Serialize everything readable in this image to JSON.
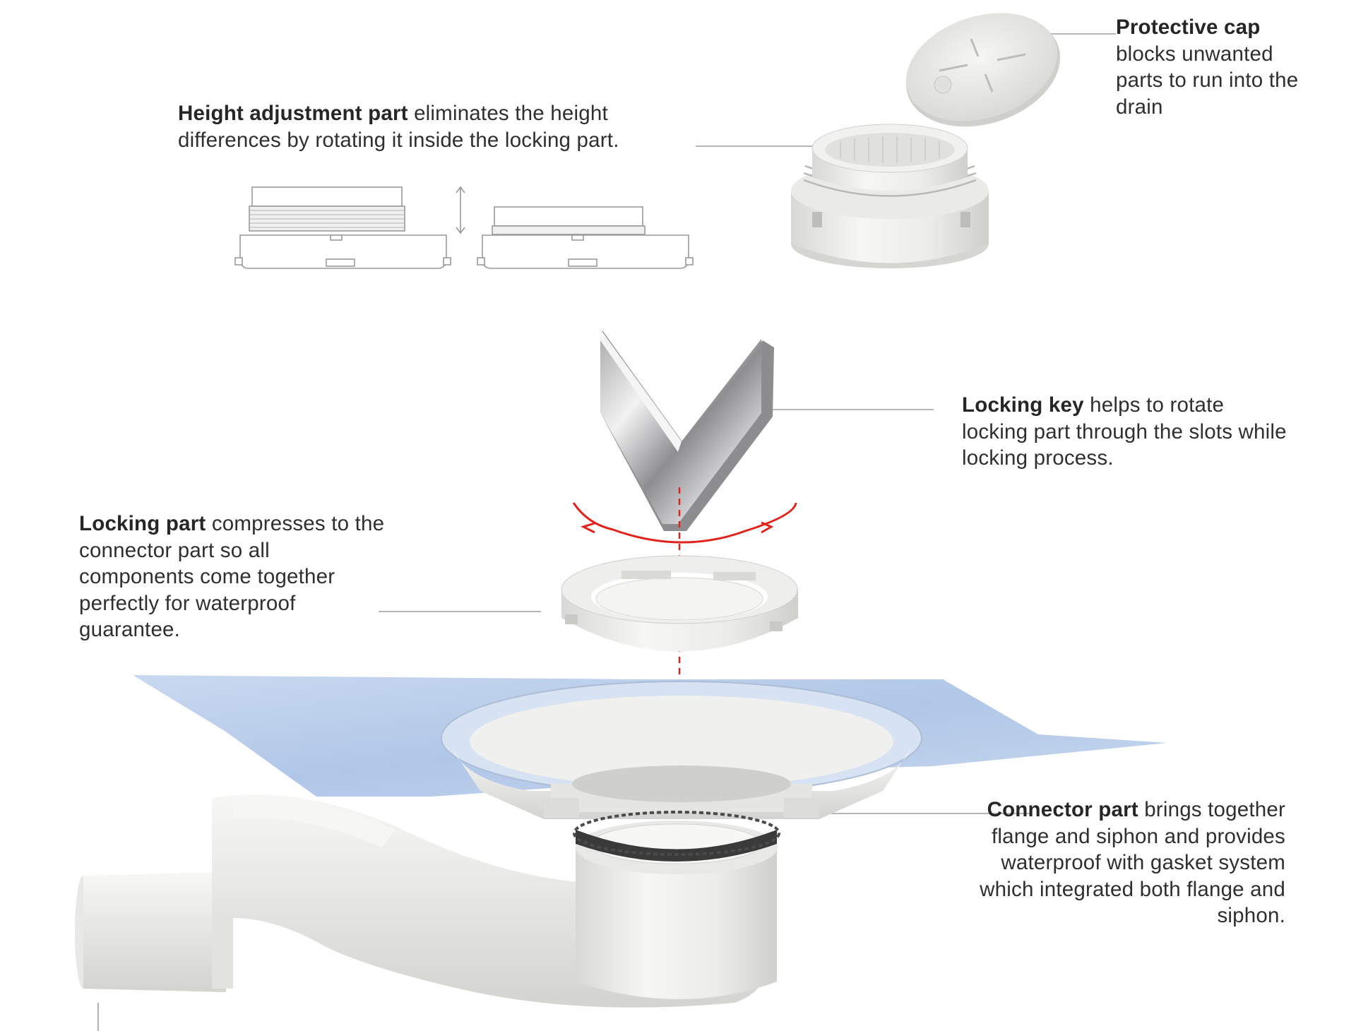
{
  "labels": {
    "protective_cap": {
      "title": "Protective cap",
      "text": "blocks unwanted parts to run into the drain"
    },
    "height_adjustment": {
      "title": "Height adjustment part",
      "text": "eliminates the height differences by rotating it inside the locking part."
    },
    "locking_key": {
      "title": "Locking key",
      "text": "helps to rotate locking part through the slots while locking process."
    },
    "locking_part": {
      "title": "Locking part",
      "text": "compresses to the connector part so all components come together perfectly for waterproof guarantee."
    },
    "connector_part": {
      "title": "Connector part",
      "text": "brings together flange and siphon and provides waterproof with gasket system which integrated both flange and siphon."
    }
  },
  "colors": {
    "leader": "#8a8a8a",
    "rotation_arrow": "#e0241c",
    "membrane": "#b7cdea",
    "plastic": "#eeeeec",
    "plastic_shadow": "#c9c9c6",
    "key_metal": "#b9b9bb"
  }
}
